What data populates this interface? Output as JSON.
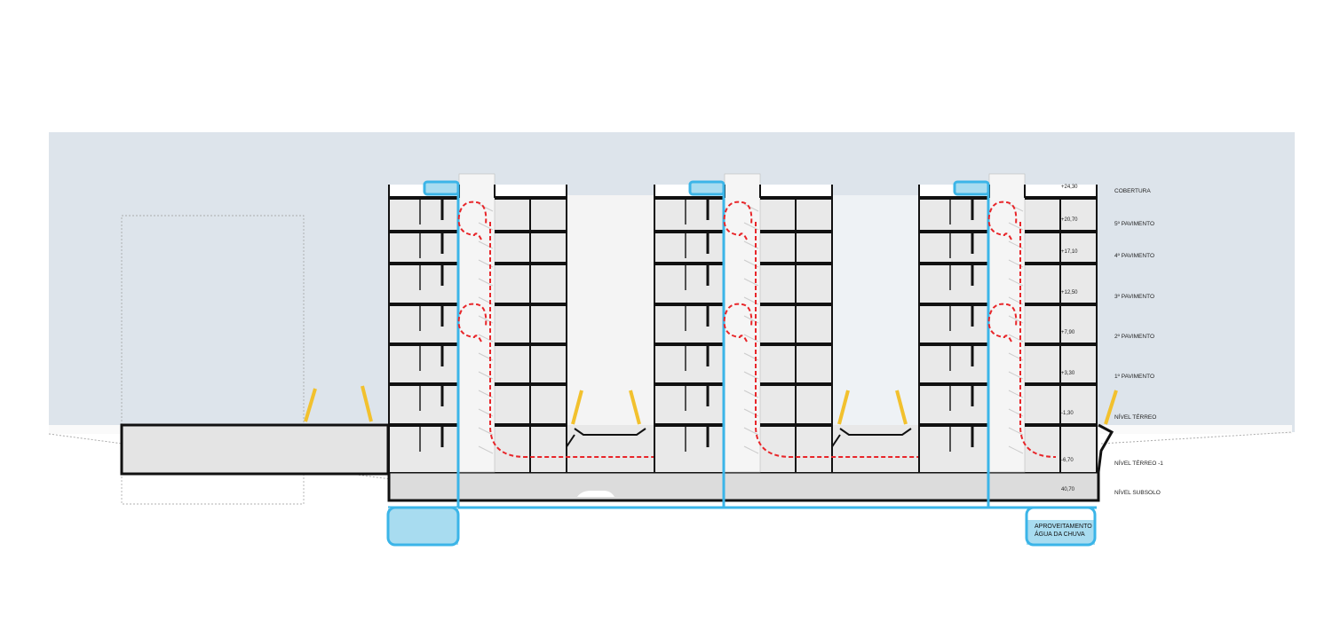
{
  "levels": [
    {
      "name": "COBERTURA",
      "elevation": "+24,30"
    },
    {
      "name": "5º PAVIMENTO",
      "elevation": "+20,70"
    },
    {
      "name": "4º PAVIMENTO",
      "elevation": "+17,10"
    },
    {
      "name": "3º PAVIMENTO",
      "elevation": "+12,50"
    },
    {
      "name": "2º PAVIMENTO",
      "elevation": "+7,90"
    },
    {
      "name": "1º PAVIMENTO",
      "elevation": "+3,30"
    },
    {
      "name": "NÍVEL TÉRREO",
      "elevation": "-1,30"
    },
    {
      "name": "NÍVEL TÉRREO -1",
      "elevation": "-6,70"
    },
    {
      "name": "NÍVEL SUBSOLO",
      "elevation": "40,70"
    }
  ],
  "rainwater_label_line1": "APROVEITAMENTO",
  "rainwater_label_line2": "ÁGUA DA CHUVA",
  "colors": {
    "sky": "#dde4eb",
    "water": "#3bb5e8",
    "water_fill": "#a8dcf0",
    "airflow": "#e8262a",
    "sunshade": "#f2c12e",
    "structure": "#111111"
  }
}
